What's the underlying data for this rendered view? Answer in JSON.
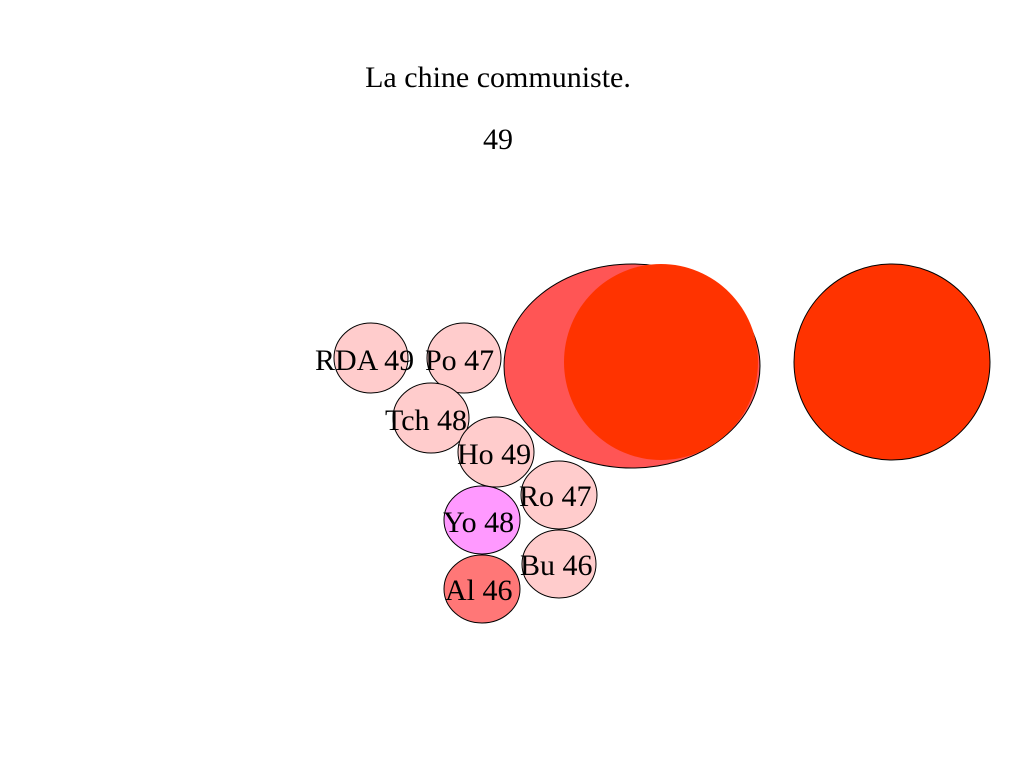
{
  "title": "La chine communiste.",
  "subtitle": "49",
  "colors": {
    "light_pink": "#ffcccc",
    "magenta": "#ff99ff",
    "salmon": "#ff7777",
    "coral": "#ff5555",
    "vermilion": "#ff3300",
    "outline": "#000000"
  },
  "nodes": [
    {
      "id": "rda",
      "label": "RDA 49",
      "color": "#ffcccc"
    },
    {
      "id": "po",
      "label": "Po 47",
      "color": "#ffcccc"
    },
    {
      "id": "tch",
      "label": "Tch 48",
      "color": "#ffcccc"
    },
    {
      "id": "ho",
      "label": "Ho 49",
      "color": "#ffcccc"
    },
    {
      "id": "ro",
      "label": "Ro 47",
      "color": "#ffcccc"
    },
    {
      "id": "yo",
      "label": "Yo 48",
      "color": "#ff99ff"
    },
    {
      "id": "bu",
      "label": "Bu 46",
      "color": "#ffcccc"
    },
    {
      "id": "al",
      "label": "Al 46",
      "color": "#ff7777"
    }
  ],
  "large_circles": [
    {
      "id": "ussr-back",
      "color": "#ff5555"
    },
    {
      "id": "ussr-front",
      "color": "#ff3300"
    },
    {
      "id": "china",
      "color": "#ff3300"
    }
  ]
}
